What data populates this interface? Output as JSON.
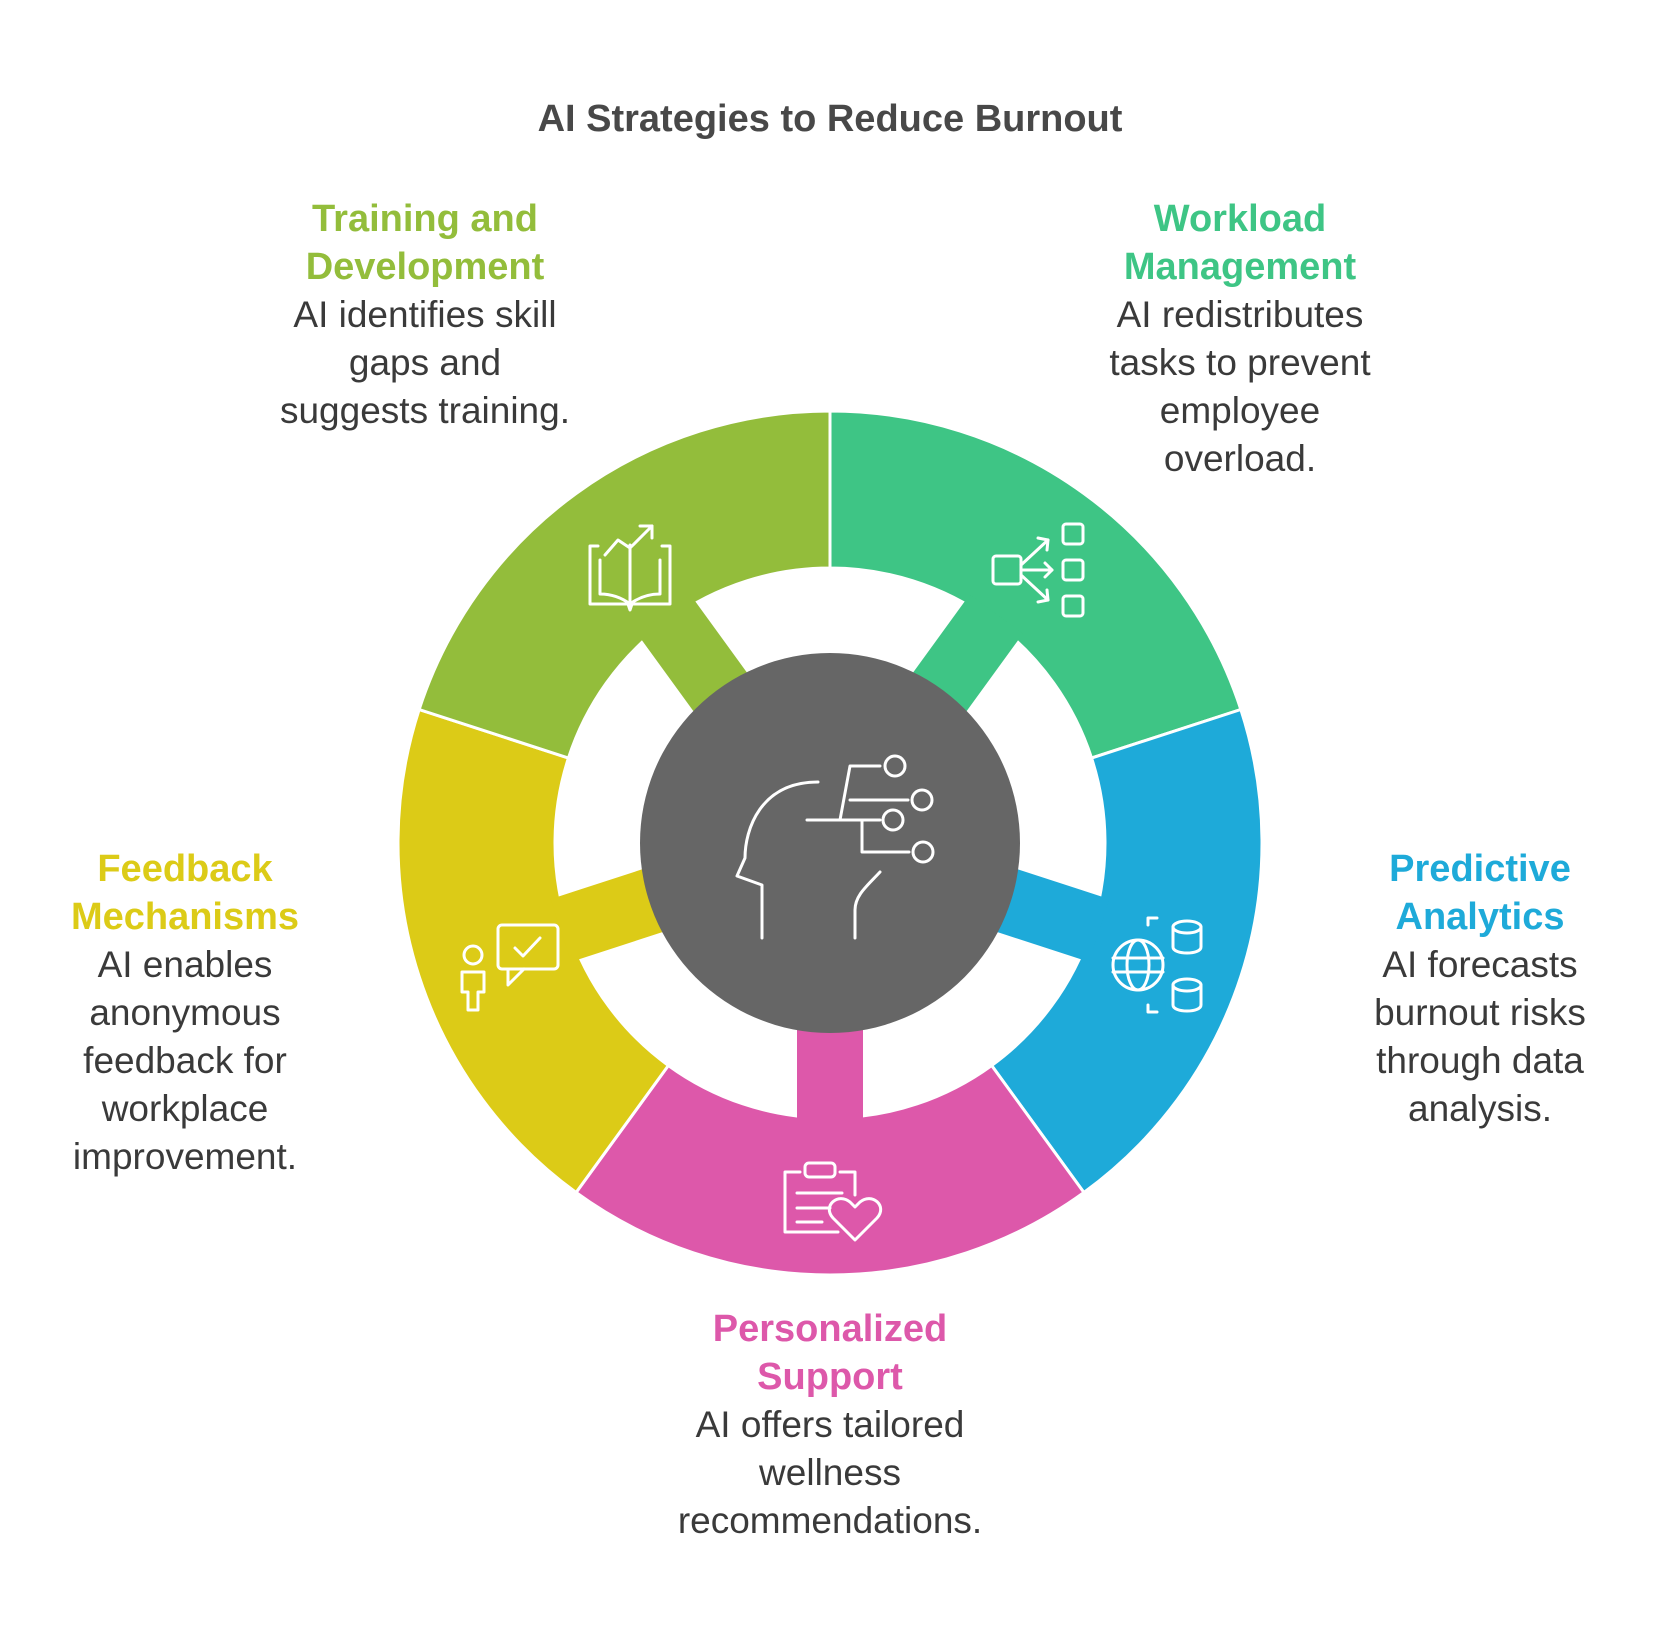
{
  "title": "AI Strategies to Reduce Burnout",
  "segments": [
    {
      "id": "workload",
      "title": "Workload\nManagement",
      "description": "AI redistributes\ntasks to prevent\nemployee\noverload.",
      "color": "#3ec585",
      "icon": "workload-distribution-icon"
    },
    {
      "id": "predictive",
      "title": "Predictive\nAnalytics",
      "description": "AI forecasts\nburnout risks\nthrough data\nanalysis.",
      "color": "#1eaad9",
      "icon": "globe-database-icon"
    },
    {
      "id": "support",
      "title": "Personalized\nSupport",
      "description": "AI offers tailored\nwellness\nrecommendations.",
      "color": "#dd58aa",
      "icon": "clipboard-heart-icon"
    },
    {
      "id": "feedback",
      "title": "Feedback\nMechanisms",
      "description": "AI enables\nanonymous\nfeedback for\nworkplace\nimprovement.",
      "color": "#dccb17",
      "icon": "person-feedback-icon"
    },
    {
      "id": "training",
      "title": "Training and\nDevelopment",
      "description": "AI identifies skill\ngaps and\nsuggests training.",
      "color": "#93bd3b",
      "icon": "growth-book-icon"
    }
  ],
  "center": {
    "color": "#666666",
    "icon": "ai-head-network-icon"
  }
}
